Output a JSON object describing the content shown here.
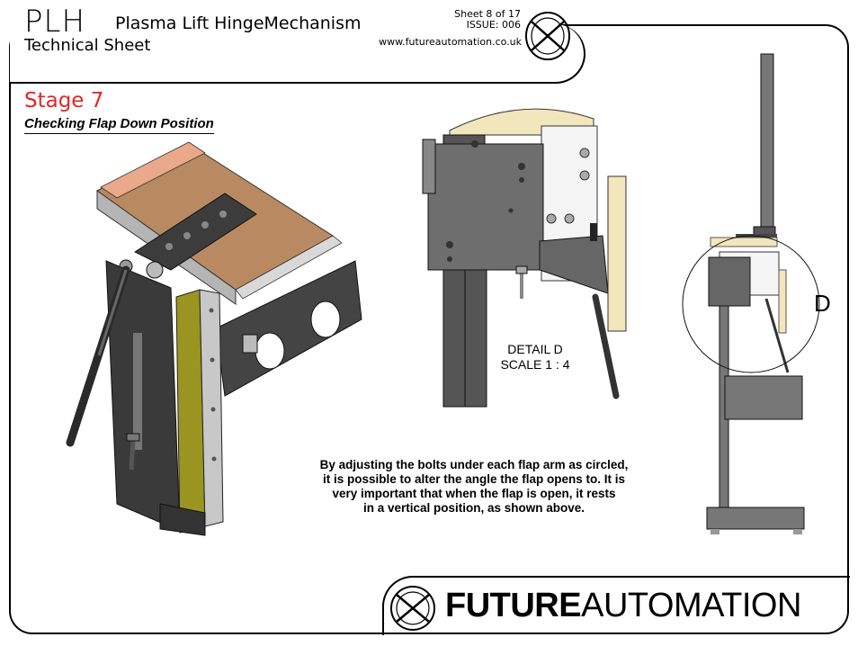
{
  "header": {
    "code": "PLH",
    "title": "Plasma Lift HingeMechanism",
    "subtitle": "Technical Sheet",
    "sheet": "Sheet 8 of 17",
    "issue": "ISSUE: 006",
    "url": "www.futureautomation.co.uk"
  },
  "stage": {
    "title": "Stage 7",
    "subtitle": "Checking Flap Down Position"
  },
  "detail": {
    "line1": "DETAIL D",
    "line2": "SCALE 1 : 4",
    "callout": "D"
  },
  "note": {
    "line1": "By adjusting the bolts under each flap arm as circled,",
    "line2": "it is possible to alter the angle the flap opens to. It is",
    "line3": "very important that when the flap is open, it rests",
    "line4": "in a vertical position, as shown above."
  },
  "footer": {
    "brand_bold": "FUTURE",
    "brand_regular": "AUTOMATION"
  },
  "colors": {
    "stage_red": "#e3262a",
    "metal_dark": "#4a4a4a",
    "metal_mid": "#7a7a7a",
    "wood": "#b98a62",
    "cream": "#f2e6bd",
    "yellow_rail": "#9a9420"
  }
}
